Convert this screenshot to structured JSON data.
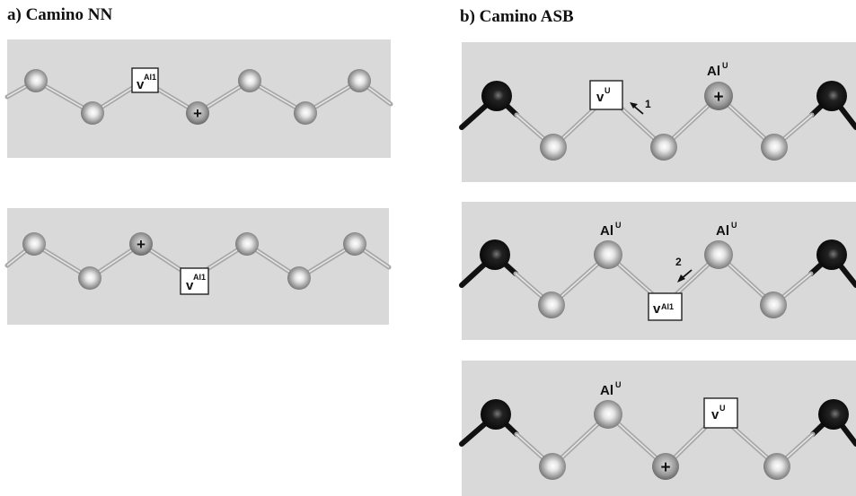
{
  "headings": {
    "a": "a) Camino NN",
    "b": "b) Camino ASB"
  },
  "labels": {
    "vacancy_al1_main": "v",
    "vacancy_al1_sup": "Al1",
    "vacancy_u_main": "v",
    "vacancy_u_sup": "U",
    "al_u_main": "Al",
    "al_u_sup": "U",
    "step_1": "1",
    "step_2": "2",
    "plus": "+"
  },
  "colors": {
    "panel_bg": "#d9d9d9",
    "atom_grey": "#9a9a9a",
    "atom_dark": "#111111",
    "bond": "#b8b8b8"
  }
}
